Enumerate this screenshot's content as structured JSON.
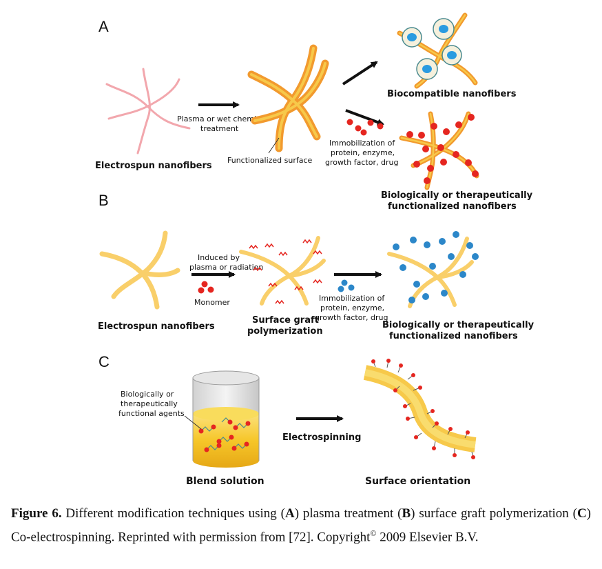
{
  "panels": {
    "A": {
      "letter": "A",
      "electrospun": "Electrospun nanofibers",
      "treatment_line1": "Plasma or wet chemical",
      "treatment_line2": "treatment",
      "functionalized": "Functionalized surface",
      "biocompatible": "Biocompatible nanofibers",
      "immob_line1": "Immobilization of",
      "immob_line2": "protein, enzyme,",
      "immob_line3": "growth factor, drug",
      "bio_line1": "Biologically or therapeutically",
      "bio_line2": "functionalized nanofibers"
    },
    "B": {
      "letter": "B",
      "induced_line1": "Induced by",
      "induced_line2": "plasma or radiation",
      "monomer": "Monomer",
      "electrospun": "Electrospun nanofibers",
      "graft_line1": "Surface graft",
      "graft_line2": "polymerization",
      "immob_line1": "Immobilization of",
      "immob_line2": "protein, enzyme,",
      "immob_line3": "growth factor, drug",
      "bio_line1": "Biologically or therapeutically",
      "bio_line2": "functionalized nanofibers"
    },
    "C": {
      "letter": "C",
      "agents_line1": "Biologically or",
      "agents_line2": "therapeutically",
      "agents_line3": "functional agents",
      "electrospinning": "Electrospinning",
      "blend": "Blend solution",
      "orientation": "Surface orientation"
    }
  },
  "caption": {
    "figure_label": "Figure 6.",
    "text1": " Different modification techniques using (",
    "a": "A",
    "text2": ") plasma treatment (",
    "b": "B",
    "text3": ") surface graft polymerization (",
    "c": "C",
    "text4": ") Co-electrospinning. Reprinted with permission from [72]. Copyright",
    "sup": "©",
    "text5": " 2009 Elsevier B.V."
  },
  "colors": {
    "fiber_orange": "#f29a2e",
    "fiber_yellow": "#f7c94a",
    "fiber_light": "#f9cf6a",
    "pink_fiber": "#f2a7ad",
    "red_particle": "#e52620",
    "blue_particle": "#2c87c9",
    "cell_blue": "#2a9be0"
  }
}
